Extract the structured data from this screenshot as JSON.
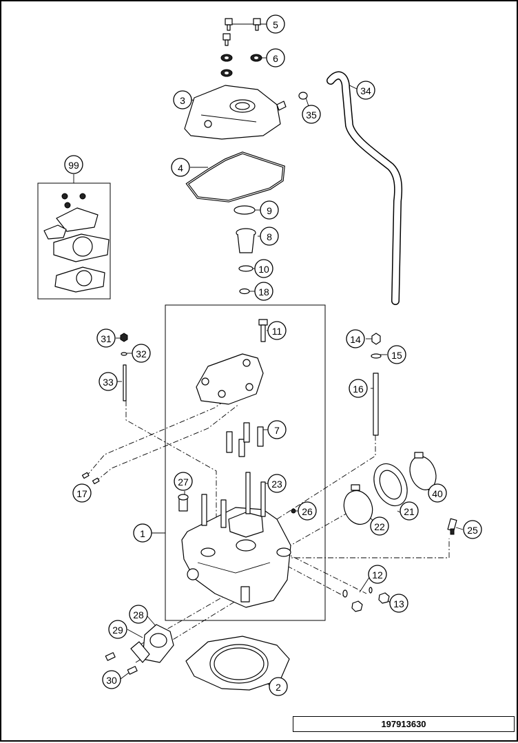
{
  "diagram": {
    "drawing_number": "197913630",
    "callouts": [
      {
        "label": "1"
      },
      {
        "label": "2"
      },
      {
        "label": "3"
      },
      {
        "label": "4"
      },
      {
        "label": "5"
      },
      {
        "label": "6"
      },
      {
        "label": "7"
      },
      {
        "label": "8"
      },
      {
        "label": "9"
      },
      {
        "label": "10"
      },
      {
        "label": "11"
      },
      {
        "label": "12"
      },
      {
        "label": "13"
      },
      {
        "label": "14"
      },
      {
        "label": "15"
      },
      {
        "label": "16"
      },
      {
        "label": "17"
      },
      {
        "label": "18"
      },
      {
        "label": "21"
      },
      {
        "label": "22"
      },
      {
        "label": "23"
      },
      {
        "label": "25"
      },
      {
        "label": "26"
      },
      {
        "label": "27"
      },
      {
        "label": "28"
      },
      {
        "label": "29"
      },
      {
        "label": "30"
      },
      {
        "label": "31"
      },
      {
        "label": "32"
      },
      {
        "label": "33"
      },
      {
        "label": "34"
      },
      {
        "label": "35"
      },
      {
        "label": "40"
      },
      {
        "label": "99"
      }
    ]
  }
}
